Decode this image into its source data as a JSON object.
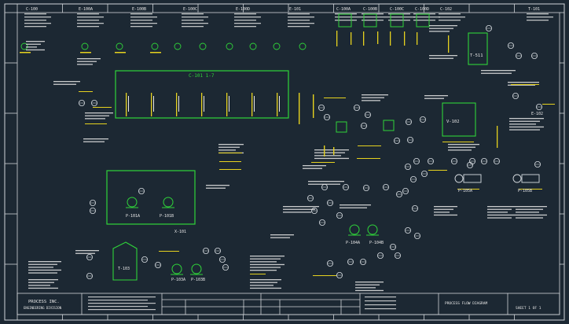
{
  "colors": {
    "background": "#1c2833",
    "border": "#d0d4d8",
    "equipment": "#2fd43a",
    "text": "#e8e8e8",
    "highlight": "#e6d21f",
    "instrument": "#d8dde2"
  },
  "header": {
    "equipment_tags": [
      "C-100",
      "E-100A",
      "E-100B",
      "E-100C",
      "E-100D",
      "E-101",
      "C-100A",
      "C-100B",
      "C-100C",
      "C-100D",
      "C-102",
      "T-101"
    ]
  },
  "equipment": {
    "column_label": "C-101 1-7",
    "tank_label": "T-511",
    "vessel_right_label": "V-102",
    "pump_a_label": "P-101A",
    "pump_b_label": "P-101B",
    "tank_bottom_label": "T-103",
    "pump_c_label": "P-103A",
    "pump_d_label": "P-103B",
    "pump_e_label": "P-104A",
    "pump_f_label": "P-104B",
    "pump_g_label": "P-105A",
    "pump_h_label": "P-105B",
    "exchanger_label": "E-102",
    "box_label": "X-101"
  },
  "title_block": {
    "company": "PROCESS INC.",
    "subtitle": "ENGINEERING DIVISION",
    "drawing_title": "PROCESS FLOW DIAGRAM",
    "sheet": "SHEET 1 OF 1"
  }
}
